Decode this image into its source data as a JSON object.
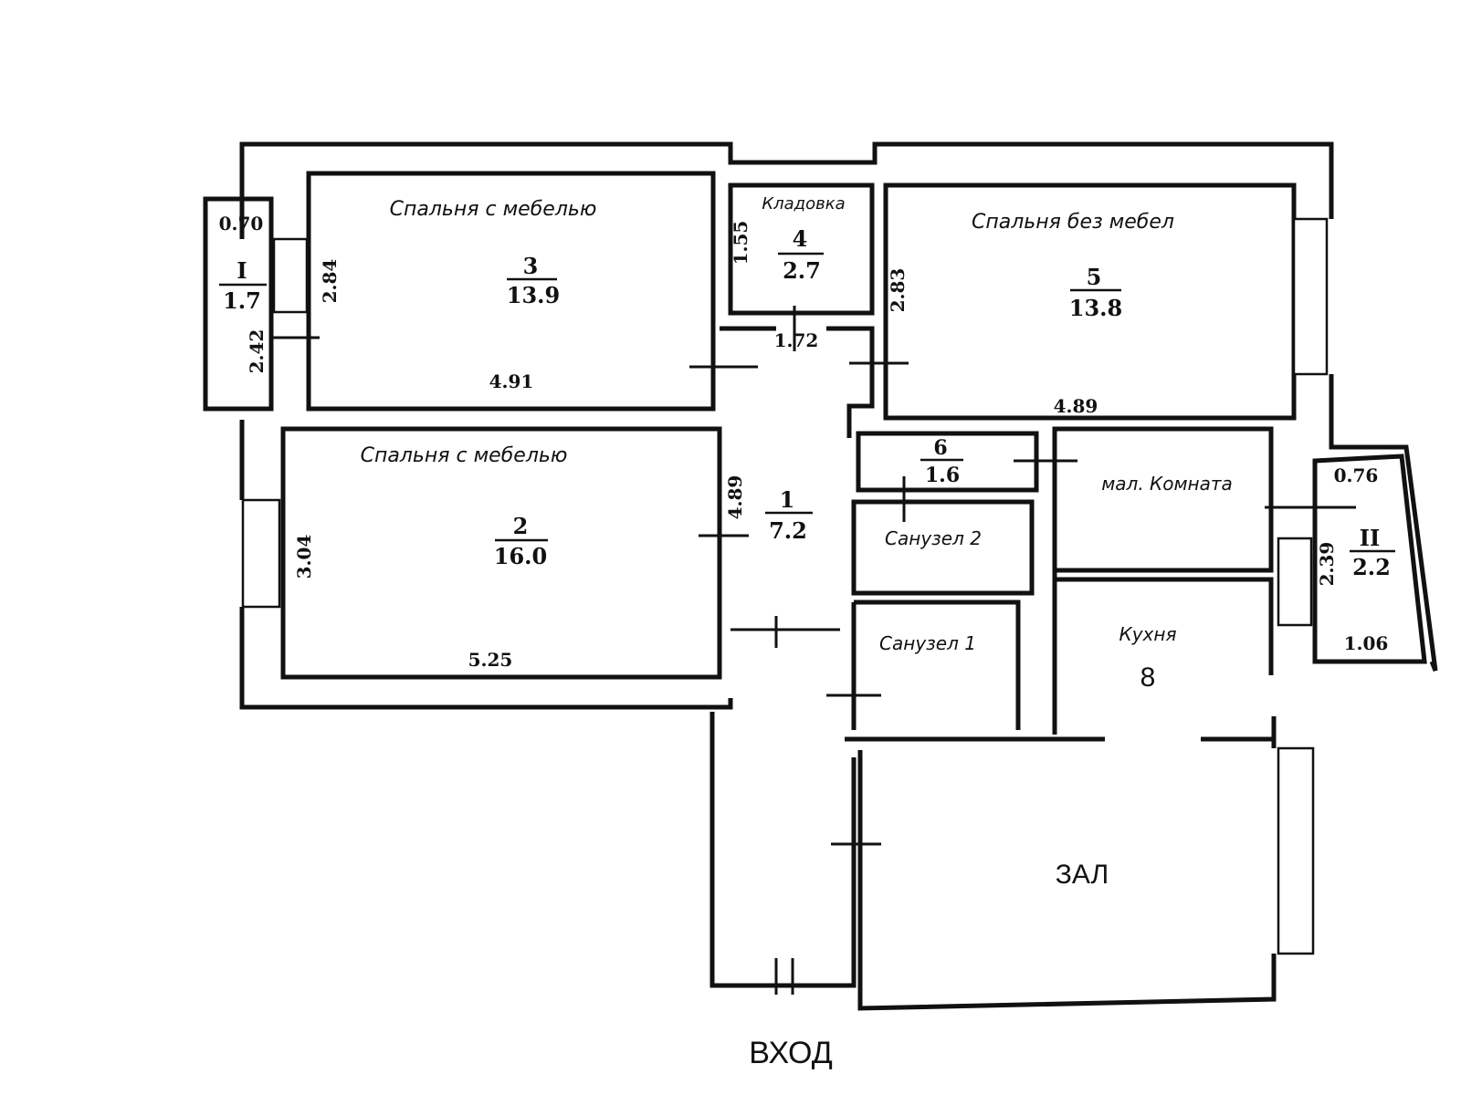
{
  "rooms": {
    "bedroom3": {
      "name": "Спальня с мебелью",
      "num": "3",
      "area": "13.9",
      "dim_w": "4.91",
      "dim_h": "2.84"
    },
    "storage": {
      "name": "Кладовка",
      "num": "4",
      "area": "2.7",
      "dim_h": "1.55"
    },
    "bedroom5": {
      "name": "Спальня  без мебел",
      "num": "5",
      "area": "13.8",
      "dim_w": "4.89",
      "dim_h": "2.83"
    },
    "balcony1": {
      "num": "I",
      "area": "1.7",
      "dim_w": "0.70",
      "dim_h": "2.42"
    },
    "bedroom2": {
      "name": "Спальня с мебелью",
      "num": "2",
      "area": "16.0",
      "dim_w": "5.25",
      "dim_h": "3.04"
    },
    "hall": {
      "num": "1",
      "area": "7.2",
      "dim_w": "1.72",
      "dim_h": "4.89"
    },
    "room6": {
      "num": "6",
      "area": "1.6"
    },
    "small_room": {
      "name": "мал. Комната"
    },
    "bath2": {
      "name": "Санузел 2"
    },
    "bath1": {
      "name": "Санузел 1"
    },
    "kitchen": {
      "name": "Кухня",
      "num": "8"
    },
    "balcony2": {
      "num": "II",
      "area": "2.2",
      "dim_top": "0.76",
      "dim_h": "2.39",
      "dim_w": "1.06"
    },
    "living": {
      "name": "ЗАЛ"
    }
  },
  "entrance": "ВХОД"
}
